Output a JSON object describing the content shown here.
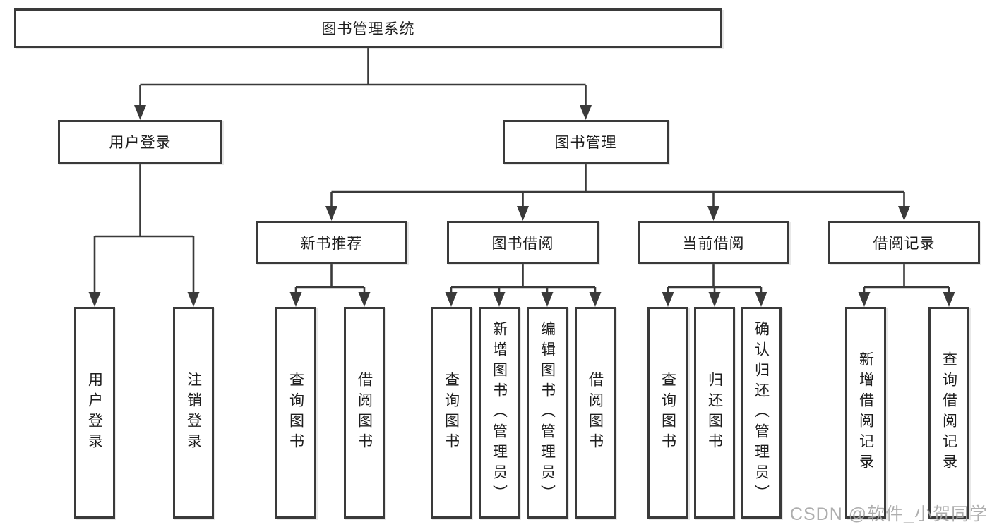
{
  "diagram": {
    "root": {
      "label": "图书管理系统"
    },
    "user_login": {
      "label": "用户登录",
      "children": [
        {
          "label": "用户登录"
        },
        {
          "label": "注销登录"
        }
      ]
    },
    "book_management": {
      "label": "图书管理",
      "groups": [
        {
          "label": "新书推荐",
          "children": [
            {
              "label": "查询图书"
            },
            {
              "label": "借阅图书"
            }
          ]
        },
        {
          "label": "图书借阅",
          "children": [
            {
              "label": "查询图书"
            },
            {
              "label": "新增图书（管理员）"
            },
            {
              "label": "编辑图书（管理员）"
            },
            {
              "label": "借阅图书"
            }
          ]
        },
        {
          "label": "当前借阅",
          "children": [
            {
              "label": "查询图书"
            },
            {
              "label": "归还图书"
            },
            {
              "label": "确认归还（管理员）"
            }
          ]
        },
        {
          "label": "借阅记录",
          "children": [
            {
              "label": "新增借阅记录"
            },
            {
              "label": "查询借阅记录"
            }
          ]
        }
      ]
    }
  },
  "watermark": {
    "text": "CSDN @软件_小贺同学"
  },
  "colors": {
    "line": "#3a3a3a",
    "text": "#1d1d1d",
    "background": "#ffffff",
    "watermark": "#a6a6a6"
  }
}
